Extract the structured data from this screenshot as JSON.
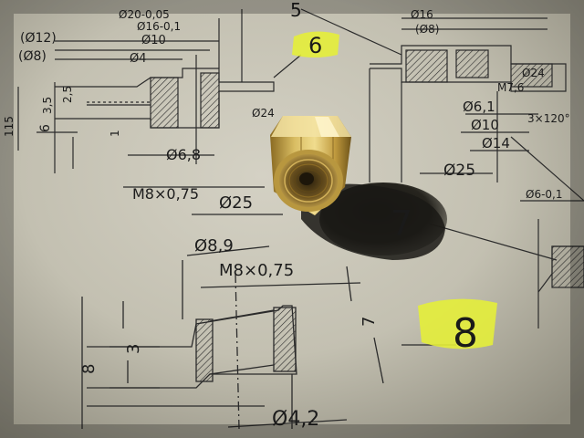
{
  "photo": {
    "subject": "brass hex nut resting on a mechanical engineering drawing",
    "colors": {
      "paper": "#c9c6b8",
      "ink": "#2a2a2a",
      "highlight": "#e4ee3a",
      "brass": "#c9a84a",
      "shadow": "#1e1d18"
    }
  },
  "drawing": {
    "callouts": [
      "5",
      "6",
      "7",
      "8"
    ],
    "top_left": {
      "dims": [
        "Ø20-0,05",
        "Ø16-0,1",
        "(Ø12)",
        "Ø10",
        "(Ø8)",
        "Ø4",
        "3,5",
        "2,5",
        "115",
        "6",
        "1",
        "Ø6,8",
        "M8×0,75",
        "Ø25",
        "Ø24"
      ]
    },
    "top_right": {
      "dims": [
        "Ø16",
        "(Ø8)",
        "Ø6,1",
        "M7,6",
        "Ø24",
        "Ø10",
        "3×120°",
        "Ø14",
        "Ø25",
        "Ø6-0,1"
      ]
    },
    "bottom": {
      "dims": [
        "Ø8,9",
        "M8×0,75",
        "3",
        "8",
        "7",
        "Ø4,2"
      ]
    }
  }
}
